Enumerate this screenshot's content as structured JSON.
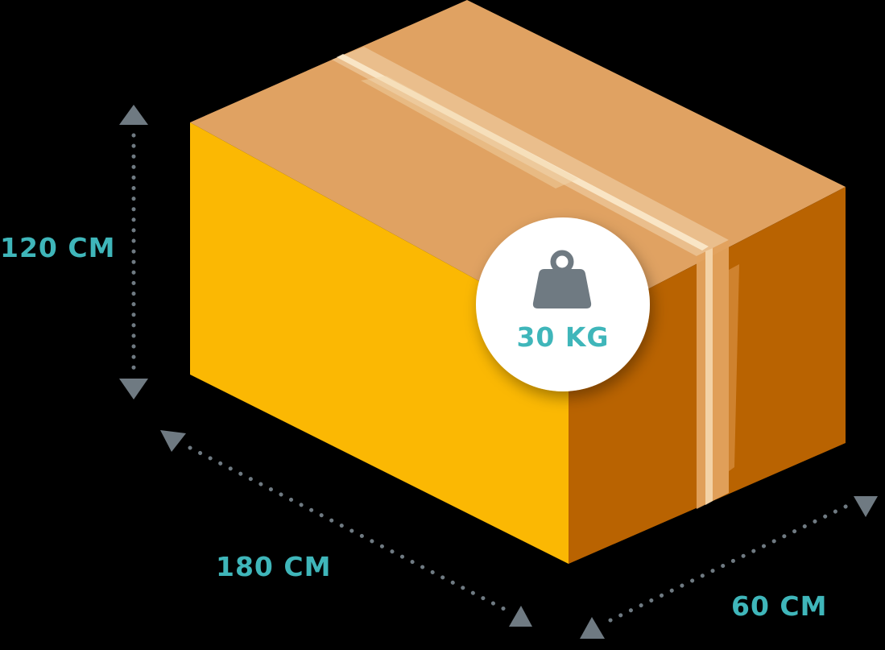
{
  "labels": {
    "height": "120 CM",
    "length": "180 CM",
    "depth": "60 CM",
    "weight": "30 KG"
  },
  "icons": {
    "weight": "weight-icon",
    "arrow": "triangle-arrow-icon"
  },
  "colors": {
    "background": "#000000",
    "box_top": "#E0A262",
    "box_front": "#FBB803",
    "box_side": "#B96301",
    "tape": "#F2D6AE",
    "label_text": "#3FB6BA",
    "weight_icon": "#6F7A82",
    "dimension_line": "#6F7A82",
    "badge": "#FFFFFF"
  }
}
